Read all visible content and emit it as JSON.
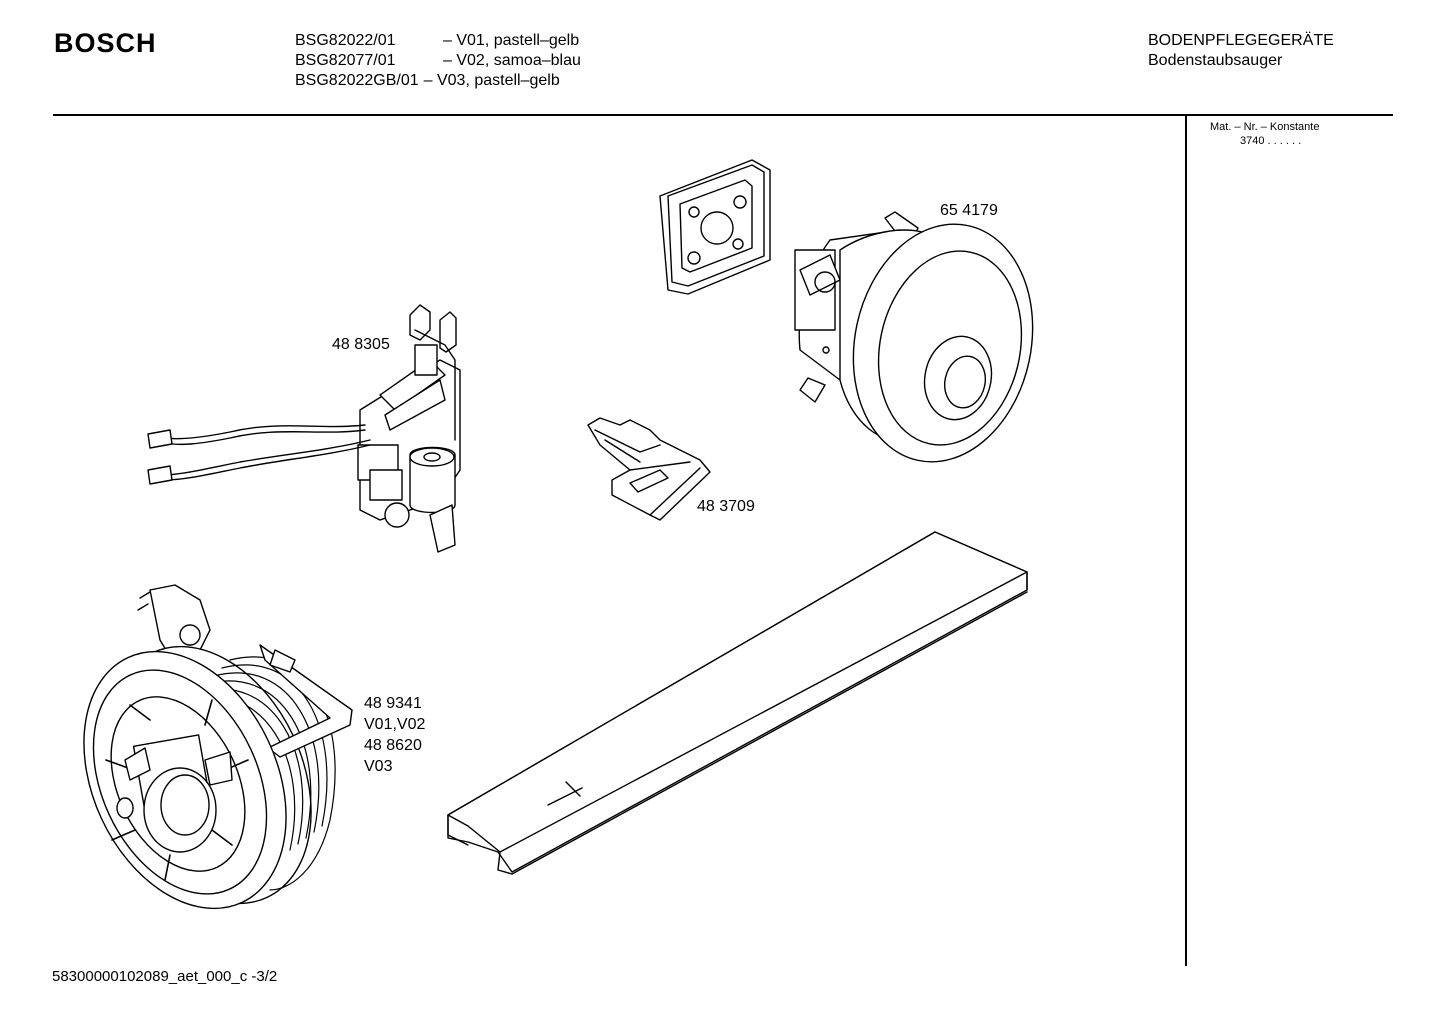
{
  "header": {
    "brand": "BOSCH",
    "models": [
      {
        "code": "BSG82022/01",
        "variant": "– V01, pastell–gelb"
      },
      {
        "code": "BSG82077/01",
        "variant": "– V02, samoa–blau"
      },
      {
        "code": "BSG82022GB/01",
        "variant": "– V03, pastell–gelb"
      }
    ],
    "category": "BODENPFLEGEGERÄTE",
    "subcategory": "Bodenstaubsauger"
  },
  "sidebar": {
    "mat_label": "Mat. – Nr. – Konstante",
    "mat_value": "3740  .  .   .  .  .  ."
  },
  "parts": {
    "motor": "65 4179",
    "switch_board": "48 8305",
    "connector": "48 3709",
    "cable_reel_lines": [
      "48 9341",
      "V01,V02",
      "48 8620",
      "V03"
    ]
  },
  "footer": {
    "doc_id": "58300000102089_aet_000_c -3/2"
  }
}
